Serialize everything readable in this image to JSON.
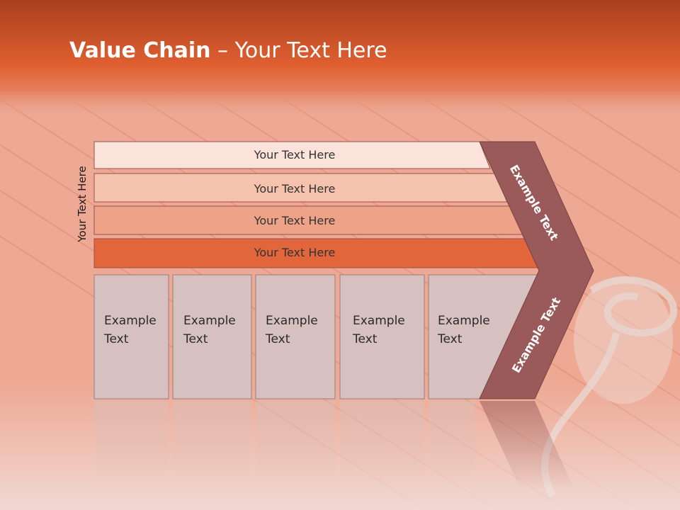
{
  "slide": {
    "title_bold": "Value Chain",
    "title_rest": " – Your Text Here",
    "side_label": "Your Text Here",
    "support_rows": [
      {
        "label": "Your Text Here",
        "color": "#fbe3dc"
      },
      {
        "label": "Your Text Here",
        "color": "#f5c2ad"
      },
      {
        "label": "Your Text Here",
        "color": "#eea287"
      },
      {
        "label": "Your Text Here",
        "color": "#e2663c"
      }
    ],
    "activities": [
      {
        "line1": "Example",
        "line2": "Text"
      },
      {
        "line1": "Example",
        "line2": "Text"
      },
      {
        "line1": "Example",
        "line2": "Text"
      },
      {
        "line1": "Example",
        "line2": "Text"
      },
      {
        "line1": "Example",
        "line2": "Text"
      }
    ],
    "chevron_upper": "Example Text",
    "chevron_lower": "Example Text",
    "colors": {
      "header": "#cf5429",
      "background": "#eeaa95",
      "boxes": "#d6c0c0",
      "chevron": "#9a5a5a"
    }
  }
}
